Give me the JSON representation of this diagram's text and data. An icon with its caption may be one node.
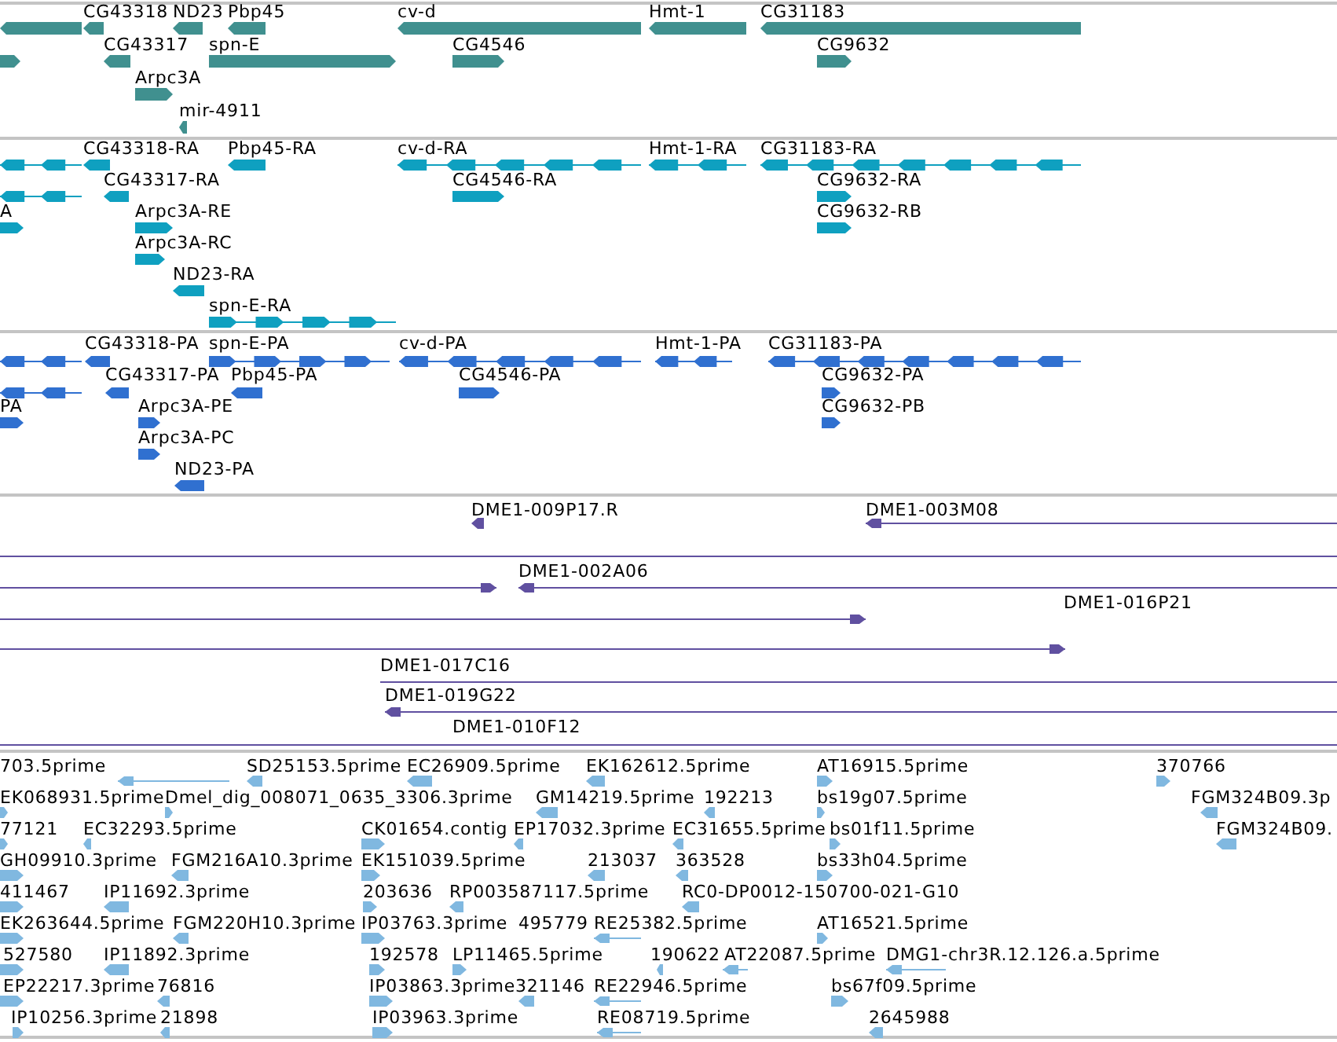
{
  "diagram": {
    "labels": [
      "CG43318",
      "ND23",
      "Pbp45",
      "cv-d",
      "Hmt-1",
      "CG31183",
      "CG43317",
      "spn-E",
      "CG4546",
      "CG9632",
      "Arpc3A",
      "mir-4911",
      "CG43318-RA",
      "Pbp45-RA",
      "cv-d-RA",
      "Hmt-1-RA",
      "CG31183-RA",
      "CG43317-RA",
      "CG4546-RA",
      "CG9632-RA",
      "A",
      "Arpc3A-RE",
      "CG9632-RB",
      "Arpc3A-RC",
      "ND23-RA",
      "spn-E-RA",
      "CG43318-PA",
      "spn-E-PA",
      "cv-d-PA",
      "Hmt-1-PA",
      "CG31183-PA",
      "CG43317-PA",
      "Pbp45-PA",
      "CG4546-PA",
      "CG9632-PA",
      "PA",
      "Arpc3A-PE",
      "CG9632-PB",
      "Arpc3A-PC",
      "ND23-PA",
      "DME1-009P17.R",
      "DME1-003M08",
      "DME1-002A06",
      "DME1-016P21",
      "DME1-017C16",
      "DME1-019G22",
      "DME1-010F12",
      "703.5prime",
      "SD25153.5prime",
      "EC26909.5prime",
      "EK162612.5prime",
      "AT16915.5prime",
      "370766",
      "EK068931.5prime",
      "Dmel_dig_008071_0635_3306.3prime",
      "GM14219.5prime",
      "192213",
      "bs19g07.5prime",
      "FGM324B09.3p",
      "77121",
      "EC32293.5prime",
      "CK01654.contig",
      "EP17032.3prime",
      "EC31655.5prime",
      "bs01f11.5prime",
      "FGM324B09.",
      "GH09910.3prime",
      "FGM216A10.3prime",
      "EK151039.5prime",
      "213037",
      "363528",
      "bs33h04.5prime",
      "411467",
      "IP11692.3prime",
      "203636",
      "RP003587117.5prime",
      "RC0-DP0012-150700-021-G10",
      "EK263644.5prime",
      "FGM220H10.3prime",
      "IP03763.3prime",
      "495779",
      "RE25382.5prime",
      "AT16521.5prime",
      "527580",
      "IP11892.3prime",
      "192578",
      "LP11465.5prime",
      "190622",
      "AT22087.5prime",
      "DMG1-chr3R.12.126.a.5prime",
      "EP22217.3prime",
      "76816",
      "IP03863.3prime",
      "321146",
      "RE22946.5prime",
      "bs67f09.5prime",
      "IP10256.3prime",
      "21898",
      "IP03963.3prime",
      "RE08719.5prime",
      "2645988"
    ]
  }
}
